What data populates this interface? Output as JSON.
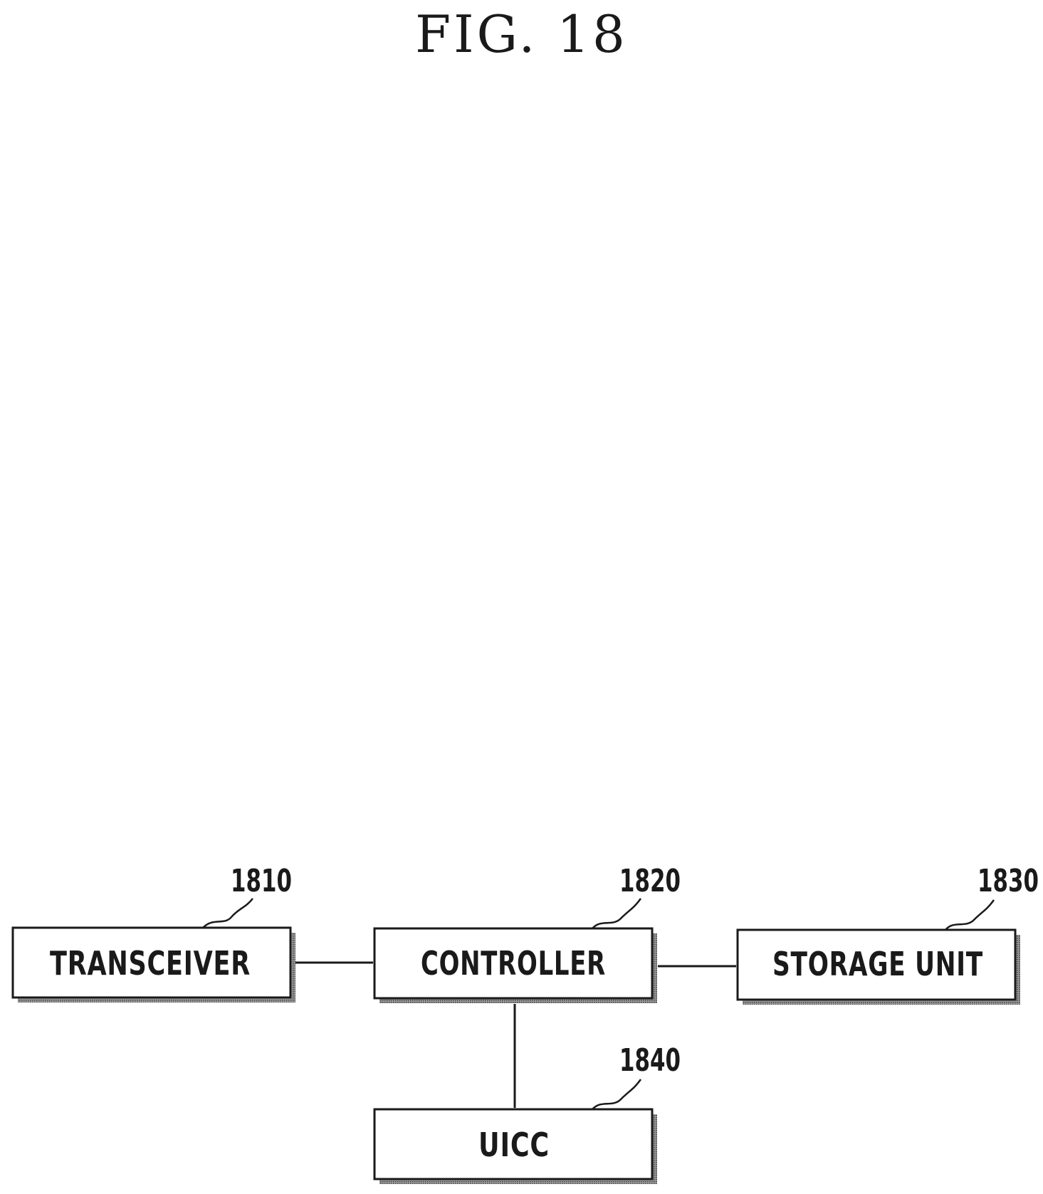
{
  "figure": {
    "title": "FIG. 18"
  },
  "blocks": {
    "transceiver": {
      "label": "TRANSCEIVER",
      "ref": "1810"
    },
    "controller": {
      "label": "CONTROLLER",
      "ref": "1820"
    },
    "storage": {
      "label": "STORAGE UNIT",
      "ref": "1830"
    },
    "uicc": {
      "label": "UICC",
      "ref": "1840"
    }
  },
  "connections": [
    [
      "transceiver",
      "controller"
    ],
    [
      "controller",
      "storage"
    ],
    [
      "controller",
      "uicc"
    ]
  ]
}
